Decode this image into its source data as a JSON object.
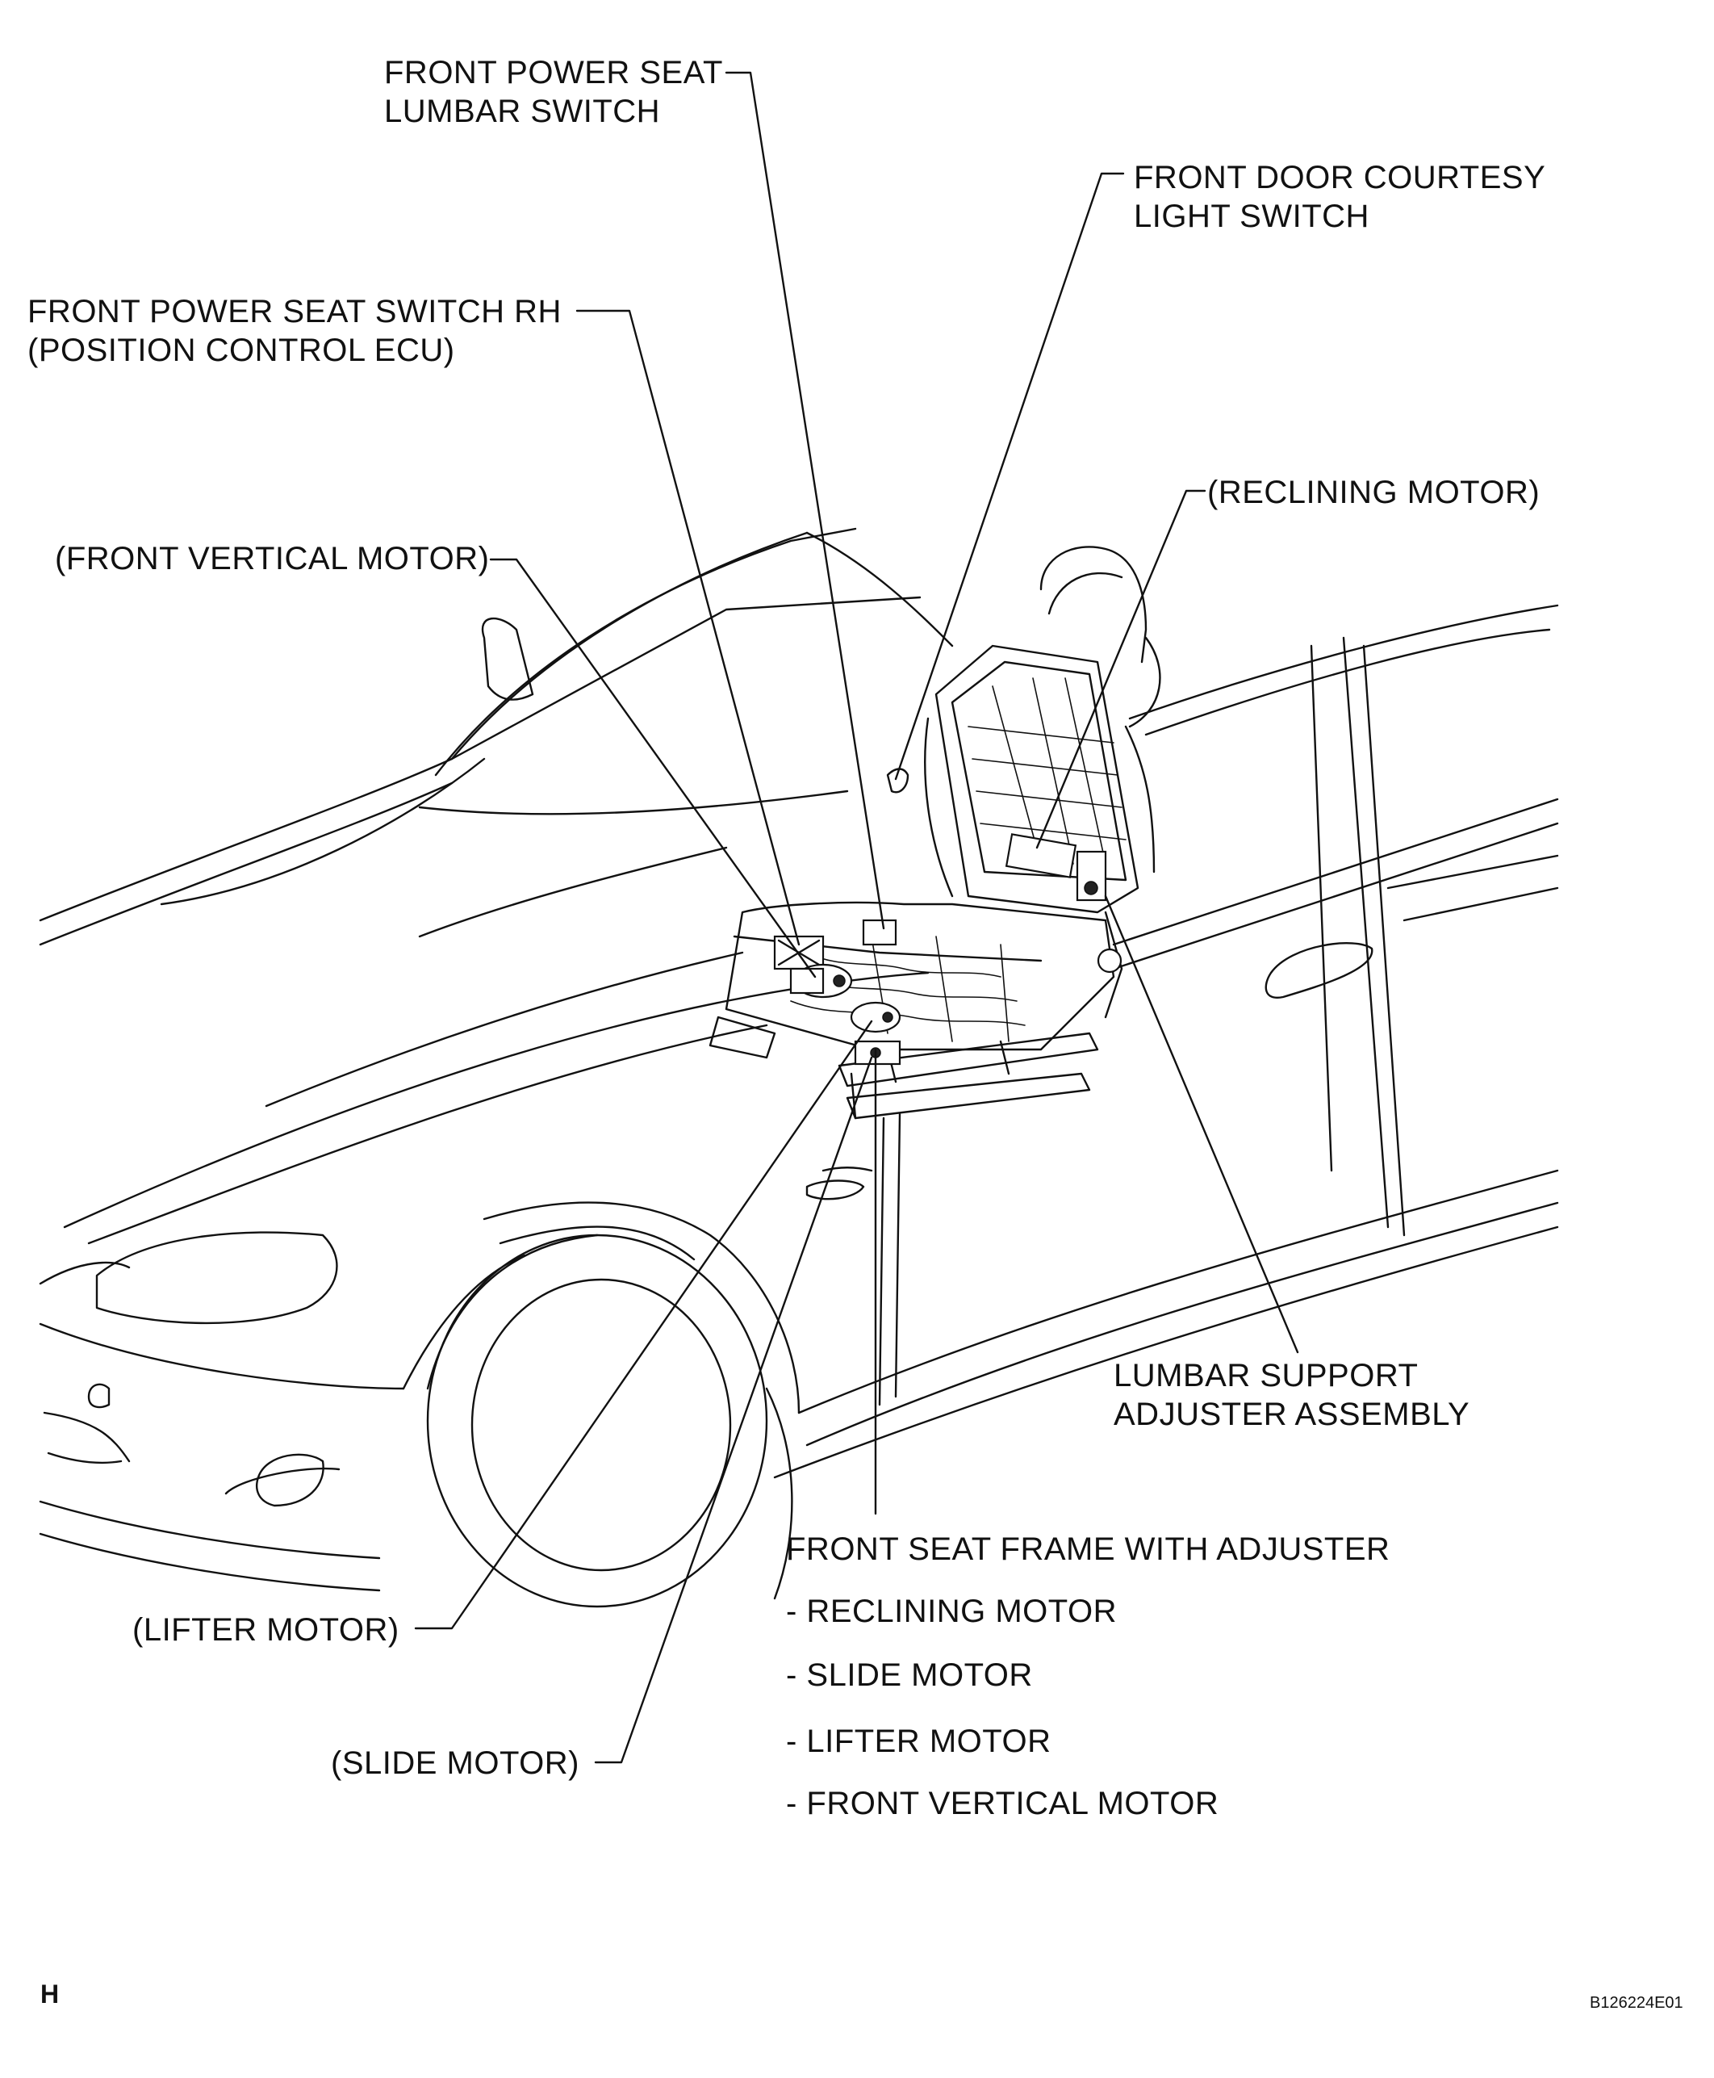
{
  "labels": {
    "lumbar_switch": [
      "FRONT POWER SEAT",
      "LUMBAR SWITCH"
    ],
    "courtesy_switch": [
      "FRONT DOOR COURTESY",
      "LIGHT SWITCH"
    ],
    "seat_switch_rh": [
      "FRONT POWER SEAT SWITCH RH",
      "(POSITION CONTROL ECU)"
    ],
    "reclining_motor": "(RECLINING MOTOR)",
    "front_vertical_motor": "(FRONT VERTICAL MOTOR)",
    "lumbar_support": [
      "LUMBAR SUPPORT",
      "ADJUSTER ASSEMBLY"
    ],
    "seat_frame": {
      "title": "FRONT SEAT FRAME WITH ADJUSTER",
      "items": [
        "- RECLINING MOTOR",
        "- SLIDE MOTOR",
        "- LIFTER MOTOR",
        "- FRONT VERTICAL MOTOR"
      ]
    },
    "lifter_motor": "(LIFTER MOTOR)",
    "slide_motor": "(SLIDE MOTOR)"
  },
  "footer": {
    "left": "H",
    "right": "B126224E01"
  }
}
